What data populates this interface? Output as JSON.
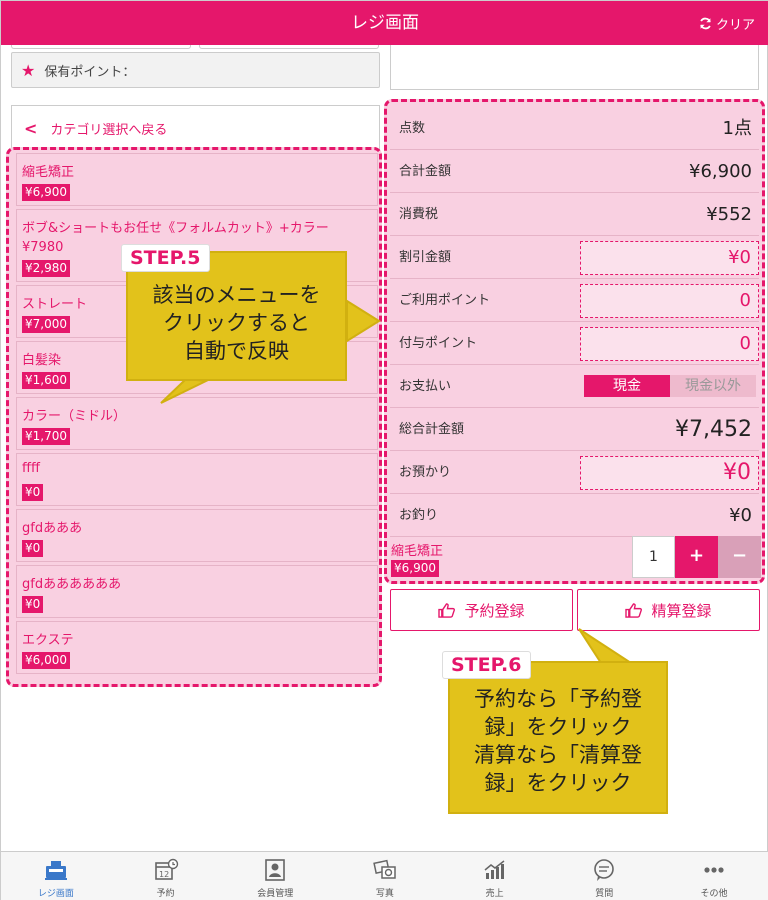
{
  "header": {
    "title": "レジ画面",
    "clear_label": "クリア"
  },
  "points_label": "保有ポイント：",
  "back_label": "カテゴリ選択へ戻る",
  "menu_items": [
    {
      "name": "縮毛矯正",
      "price": "¥6,900"
    },
    {
      "name": "ボブ&ショートもお任せ《フォルムカット》+カラー",
      "sub": "¥7980",
      "price": "¥2,980"
    },
    {
      "name": "ストレート",
      "price": "¥7,000"
    },
    {
      "name": "白髪染",
      "price": "¥1,600"
    },
    {
      "name": "カラー（ミドル）",
      "price": "¥1,700"
    },
    {
      "name": "ffff",
      "price": "¥0"
    },
    {
      "name": "gfdあああ",
      "price": "¥0"
    },
    {
      "name": "gfdああああああ",
      "price": "¥0"
    },
    {
      "name": "エクステ",
      "price": "¥6,000"
    }
  ],
  "register": {
    "count_label": "点数",
    "count_value": "1点",
    "total_label": "合計金額",
    "total_value": "¥6,900",
    "tax_label": "消費税",
    "tax_value": "¥552",
    "discount_label": "割引金額",
    "discount_value": "¥0",
    "use_points_label": "ご利用ポイント",
    "use_points_value": "0",
    "grant_points_label": "付与ポイント",
    "grant_points_value": "0",
    "payment_label": "お支払い",
    "payment_cash": "現金",
    "payment_other": "現金以外",
    "grand_total_label": "総合計金額",
    "grand_total_value": "¥7,452",
    "deposit_label": "お預かり",
    "deposit_value": "¥0",
    "change_label": "お釣り",
    "change_value": "¥0"
  },
  "cart": {
    "name": "縮毛矯正",
    "price": "¥6,900",
    "qty": "1",
    "plus": "+",
    "minus": "−"
  },
  "actions": {
    "reserve_label": "予約登録",
    "checkout_label": "精算登録"
  },
  "callouts": {
    "step5_tag": "STEP.5",
    "step5_lines": [
      "該当のメニューを",
      "クリックすると",
      "自動で反映"
    ],
    "step6_tag": "STEP.6",
    "step6_lines": [
      "予約なら「予約登",
      "録」をクリック",
      "清算なら「清算登",
      "録」をクリック"
    ]
  },
  "nav": [
    {
      "label": "レジ画面",
      "icon": "register-icon",
      "active": true
    },
    {
      "label": "予約",
      "icon": "calendar-icon"
    },
    {
      "label": "会員管理",
      "icon": "member-icon"
    },
    {
      "label": "写真",
      "icon": "photo-icon"
    },
    {
      "label": "売上",
      "icon": "sales-chart-icon"
    },
    {
      "label": "質問",
      "icon": "question-icon"
    },
    {
      "label": "その他",
      "icon": "more-icon"
    }
  ],
  "colors": {
    "accent": "#e5176b",
    "panel": "#f9d0e1",
    "callout": "#e2c21b",
    "nav_active": "#3a78c9"
  }
}
